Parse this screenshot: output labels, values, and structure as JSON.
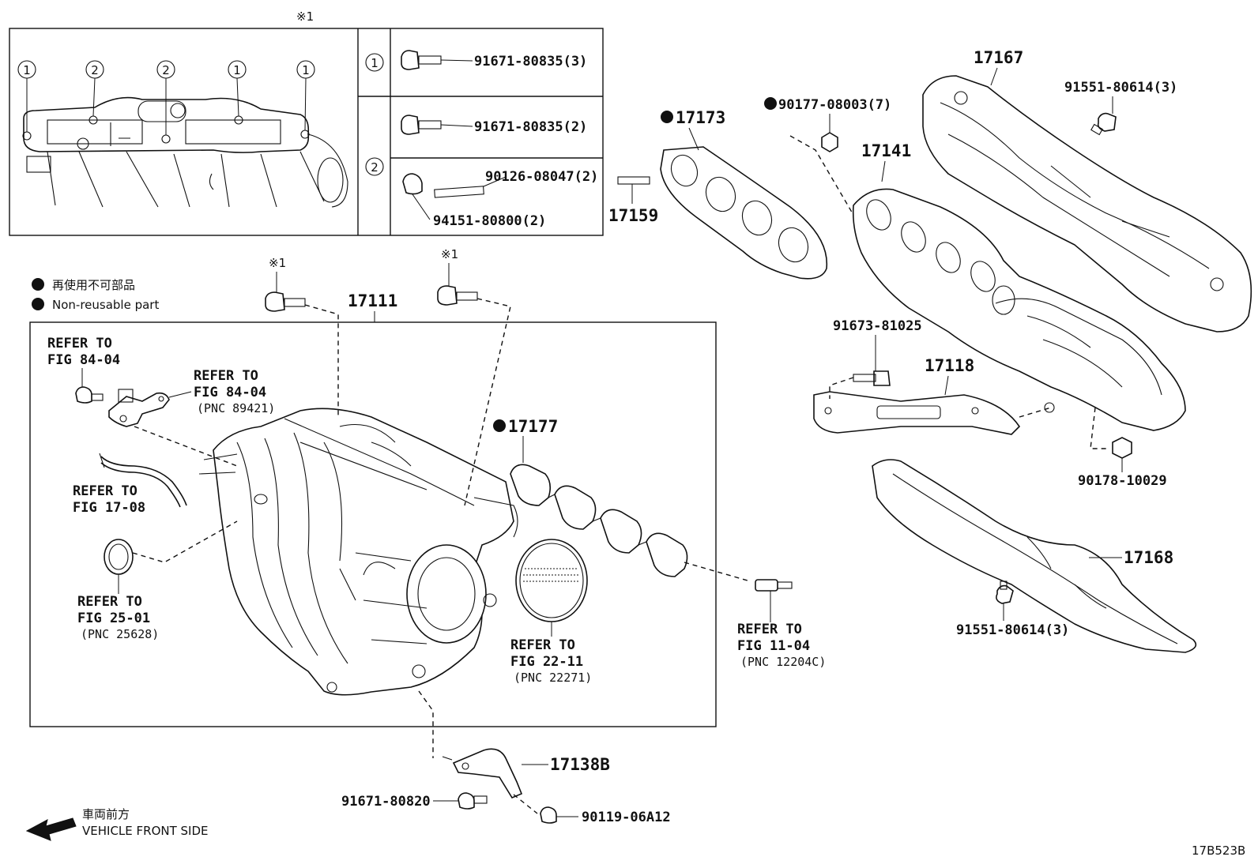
{
  "inset": {
    "title": "※1",
    "markers": [
      "1",
      "2",
      "2",
      "1",
      "1"
    ],
    "rows": [
      {
        "key": "1",
        "part": "91671-80835(3)"
      },
      {
        "key": "2",
        "part": "91671-80835(2)"
      }
    ],
    "extra_parts": [
      "90126-08047(2)",
      "94151-80800(2)"
    ]
  },
  "legend": {
    "jp": "再使用不可部品",
    "en": "Non-reusable part"
  },
  "ref_marks": [
    "※1",
    "※1"
  ],
  "parts": {
    "p17111": "17111",
    "p17173": "17173",
    "p17159": "17159",
    "p90177": "90177-08003(7)",
    "p17141": "17141",
    "p17167": "17167",
    "p91551a": "91551-80614(3)",
    "p91673": "91673-81025",
    "p17118": "17118",
    "p90178": "90178-10029",
    "p17168": "17168",
    "p91551b": "91551-80614(3)",
    "p17177": "17177",
    "p17138B": "17138B",
    "p91671_80820": "91671-80820",
    "p90119": "90119-06A12"
  },
  "refs": {
    "r1": {
      "line1": "REFER TO",
      "line2": "FIG 84-04"
    },
    "r2": {
      "line1": "REFER TO",
      "line2": "FIG 84-04",
      "pnc": "(PNC 89421)"
    },
    "r3": {
      "line1": "REFER TO",
      "line2": "FIG 17-08"
    },
    "r4": {
      "line1": "REFER TO",
      "line2": "FIG 25-01",
      "pnc": "(PNC 25628)"
    },
    "r5": {
      "line1": "REFER TO",
      "line2": "FIG 22-11",
      "pnc": "(PNC 22271)"
    },
    "r6": {
      "line1": "REFER TO",
      "line2": "FIG 11-04",
      "pnc": "(PNC 12204C)"
    }
  },
  "direction": {
    "jp": "車両前方",
    "en": "VEHICLE FRONT SIDE"
  },
  "figure_code": "17B523B"
}
